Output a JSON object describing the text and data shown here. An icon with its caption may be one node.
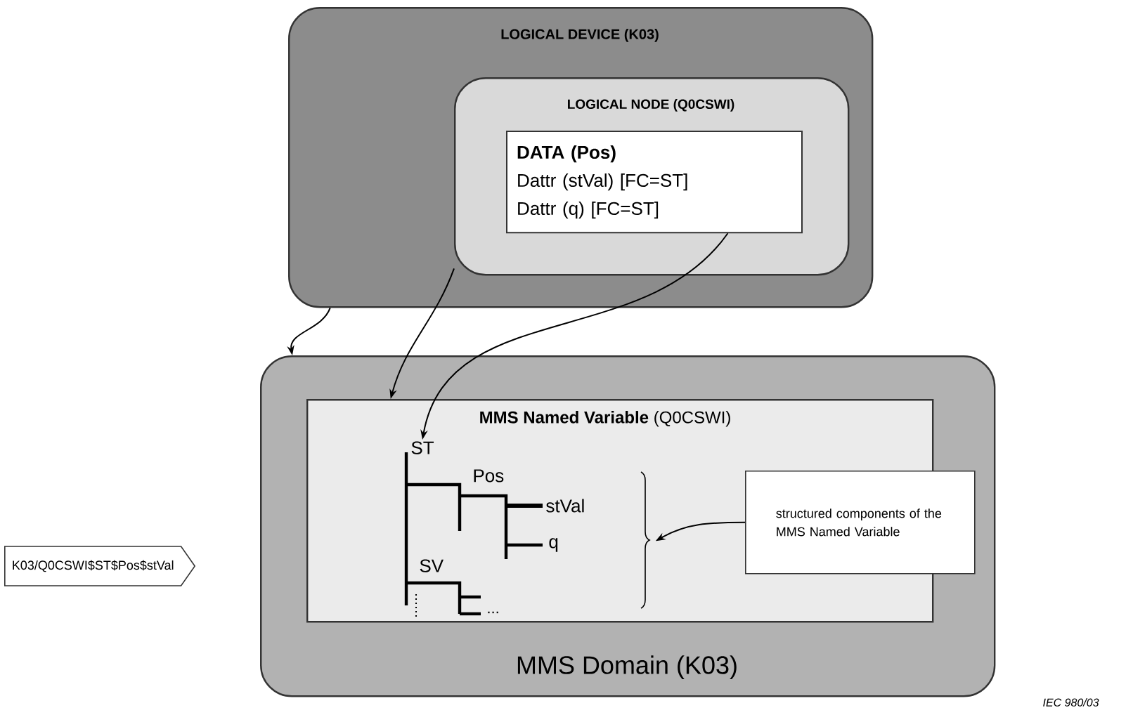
{
  "diagram": {
    "nodes": [
      {
        "text": [
          "LOGICAL DEVICE (K03)"
        ]
      },
      {
        "text": [
          "LOGICAL NODE (Q0CSWI)"
        ],
        "in": 0
      },
      {
        "text": [
          "DATA (Pos)",
          "Dattr (stVal) [FC=ST]",
          "Dattr (q) [FC=ST]"
        ],
        "in": 1
      },
      {
        "text": [
          "MMS Domain (K03)"
        ]
      },
      {
        "text": [
          "**MMS Named Variable** (Q0CSWI)"
        ],
        "in": 3
      },
      {
        "text": [
          "ST"
        ],
        "in": 4
      },
      {
        "text": [
          "structured components of the MMS Named Variable"
        ],
        "in": 3
      },
      {
        "text": [],
        "shape": "brace",
        "in": 4
      },
      {
        "text": [
          "K03/Q0CSWI$ST$Pos$stVal"
        ]
      }
    ],
    "edges": [
      {
        "from": 0,
        "to": 3,
        "arrow": "to"
      },
      {
        "from": 1,
        "to": 4,
        "arrow": "to"
      },
      {
        "from": 2,
        "to": 5,
        "arrow": "to"
      },
      {
        "from": 6,
        "to": 7,
        "arrow": "to"
      }
    ],
    "labels": [
      "Pos",
      "stVal",
      "q",
      "SV",
      "...",
      "IEC 980/03"
    ]
  }
}
